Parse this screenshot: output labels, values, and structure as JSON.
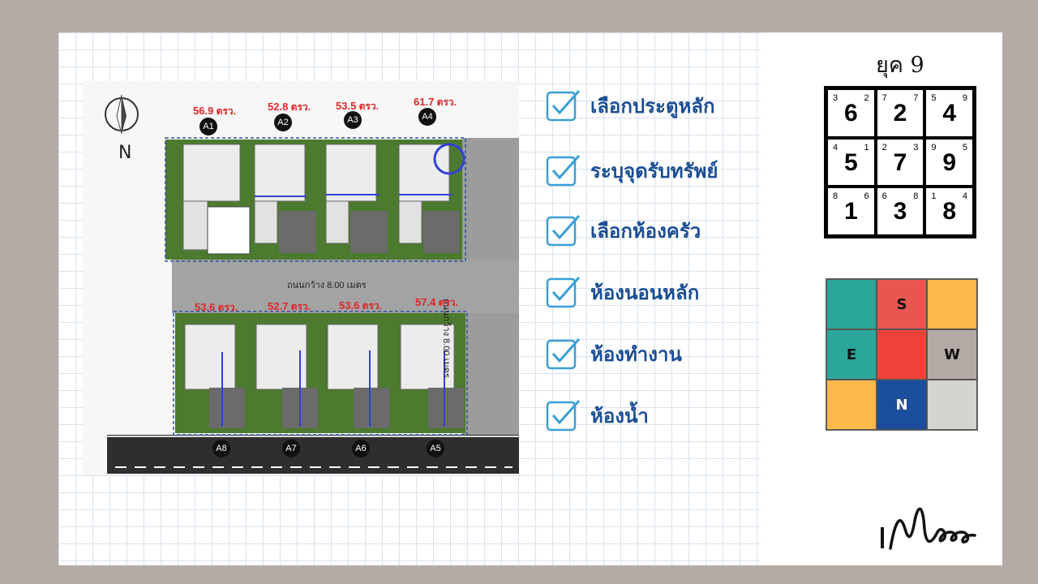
{
  "plan": {
    "north": "N",
    "top_lots": [
      {
        "id": "A1",
        "area": "56.9",
        "unit": "ตรว."
      },
      {
        "id": "A2",
        "area": "52.8",
        "unit": "ตรว."
      },
      {
        "id": "A3",
        "area": "53.5",
        "unit": "ตรว."
      },
      {
        "id": "A4",
        "area": "61.7",
        "unit": "ตรว."
      }
    ],
    "bottom_lots": [
      {
        "id": "A8",
        "area": "53.6",
        "unit": "ตรว."
      },
      {
        "id": "A7",
        "area": "52.7",
        "unit": "ตรว."
      },
      {
        "id": "A6",
        "area": "53.6",
        "unit": "ตรว."
      },
      {
        "id": "A5",
        "area": "57.4",
        "unit": "ตรว."
      }
    ],
    "road_horizontal": "ถนนกว้าง 8.00 เมตร",
    "road_vertical": "ถนนกว้าง 8.00 เมตร"
  },
  "checklist": [
    {
      "label": "เลือกประตูหลัก"
    },
    {
      "label": "ระบุจุดรับทรัพย์"
    },
    {
      "label": "เลือกห้องครัว"
    },
    {
      "label": "ห้องนอนหลัก"
    },
    {
      "label": "ห้องทำงาน"
    },
    {
      "label": "ห้องน้ำ"
    }
  ],
  "era": {
    "title": "ยุค 9",
    "cells": [
      {
        "big": "6",
        "tl": "3",
        "tr": "2"
      },
      {
        "big": "2",
        "tl": "7",
        "tr": "7"
      },
      {
        "big": "4",
        "tl": "5",
        "tr": "9"
      },
      {
        "big": "5",
        "tl": "4",
        "tr": "1"
      },
      {
        "big": "7",
        "tl": "2",
        "tr": "3"
      },
      {
        "big": "9",
        "tl": "9",
        "tr": "5"
      },
      {
        "big": "1",
        "tl": "8",
        "tr": "6"
      },
      {
        "big": "3",
        "tl": "6",
        "tr": "8"
      },
      {
        "big": "8",
        "tl": "1",
        "tr": "4"
      }
    ]
  },
  "directions": {
    "cells": [
      {
        "label": "",
        "color": "#2aa79a"
      },
      {
        "label": "S",
        "color": "#e8574f"
      },
      {
        "label": "",
        "color": "#fdb84a"
      },
      {
        "label": "E",
        "color": "#2aa79a"
      },
      {
        "label": "",
        "color": "#ef4339"
      },
      {
        "label": "W",
        "color": "#b4aaa5"
      },
      {
        "label": "",
        "color": "#fdb84a"
      },
      {
        "label": "N",
        "color": "#1a4d9a"
      },
      {
        "label": "",
        "color": "#d6d4d1"
      }
    ],
    "label_colors": {
      "S": "#111111",
      "E": "#111111",
      "W": "#111111",
      "N": "#ffffff"
    }
  },
  "logo": {
    "text": "IMee"
  }
}
